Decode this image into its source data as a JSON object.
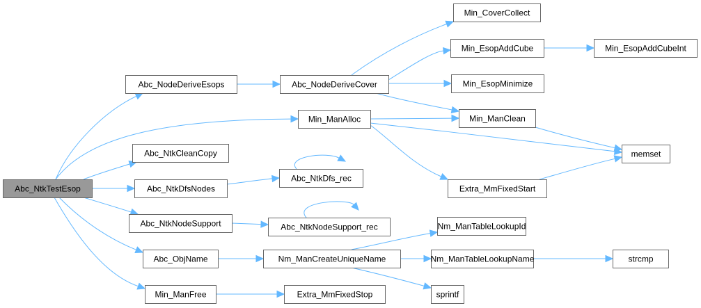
{
  "diagram": {
    "title": "Call graph of Abc_NtkTestEsop",
    "colors": {
      "edge": "#63b8ff",
      "node_border": "#666666",
      "root_fill": "#999999",
      "node_fill": "#ffffff"
    },
    "nodes": [
      {
        "id": "n0",
        "label": "Abc_NtkTestEsop",
        "root": true
      },
      {
        "id": "n1",
        "label": "Abc_NodeDeriveEsops"
      },
      {
        "id": "n2",
        "label": "Abc_NodeDeriveCover"
      },
      {
        "id": "n3",
        "label": "Min_CoverCollect"
      },
      {
        "id": "n4",
        "label": "Min_EsopAddCube"
      },
      {
        "id": "n5",
        "label": "Min_EsopAddCubeInt"
      },
      {
        "id": "n6",
        "label": "Min_EsopMinimize"
      },
      {
        "id": "n7",
        "label": "Min_ManClean"
      },
      {
        "id": "n8",
        "label": "memset"
      },
      {
        "id": "n9",
        "label": "Min_ManAlloc"
      },
      {
        "id": "n10",
        "label": "Extra_MmFixedStart"
      },
      {
        "id": "n11",
        "label": "Abc_NtkCleanCopy"
      },
      {
        "id": "n12",
        "label": "Abc_NtkDfsNodes"
      },
      {
        "id": "n13",
        "label": "Abc_NtkDfs_rec"
      },
      {
        "id": "n14",
        "label": "Abc_NtkNodeSupport"
      },
      {
        "id": "n15",
        "label": "Abc_NtkNodeSupport_rec"
      },
      {
        "id": "n16",
        "label": "Abc_ObjName"
      },
      {
        "id": "n17",
        "label": "Nm_ManCreateUniqueName"
      },
      {
        "id": "n18",
        "label": "Nm_ManTableLookupId"
      },
      {
        "id": "n19",
        "label": "Nm_ManTableLookupName"
      },
      {
        "id": "n20",
        "label": "strcmp"
      },
      {
        "id": "n21",
        "label": "sprintf"
      },
      {
        "id": "n22",
        "label": "Min_ManFree"
      },
      {
        "id": "n23",
        "label": "Extra_MmFixedStop"
      }
    ],
    "edges": [
      {
        "from": "n0",
        "to": "n1"
      },
      {
        "from": "n0",
        "to": "n9"
      },
      {
        "from": "n0",
        "to": "n11"
      },
      {
        "from": "n0",
        "to": "n12"
      },
      {
        "from": "n0",
        "to": "n14"
      },
      {
        "from": "n0",
        "to": "n16"
      },
      {
        "from": "n0",
        "to": "n22"
      },
      {
        "from": "n1",
        "to": "n2"
      },
      {
        "from": "n2",
        "to": "n3"
      },
      {
        "from": "n2",
        "to": "n4"
      },
      {
        "from": "n2",
        "to": "n6"
      },
      {
        "from": "n2",
        "to": "n7"
      },
      {
        "from": "n4",
        "to": "n5"
      },
      {
        "from": "n9",
        "to": "n7"
      },
      {
        "from": "n9",
        "to": "n8"
      },
      {
        "from": "n9",
        "to": "n10"
      },
      {
        "from": "n7",
        "to": "n8"
      },
      {
        "from": "n10",
        "to": "n8"
      },
      {
        "from": "n12",
        "to": "n13"
      },
      {
        "from": "n13",
        "to": "n13"
      },
      {
        "from": "n14",
        "to": "n15"
      },
      {
        "from": "n15",
        "to": "n15"
      },
      {
        "from": "n16",
        "to": "n17"
      },
      {
        "from": "n17",
        "to": "n18"
      },
      {
        "from": "n17",
        "to": "n19"
      },
      {
        "from": "n17",
        "to": "n21"
      },
      {
        "from": "n19",
        "to": "n20"
      },
      {
        "from": "n22",
        "to": "n23"
      }
    ]
  }
}
